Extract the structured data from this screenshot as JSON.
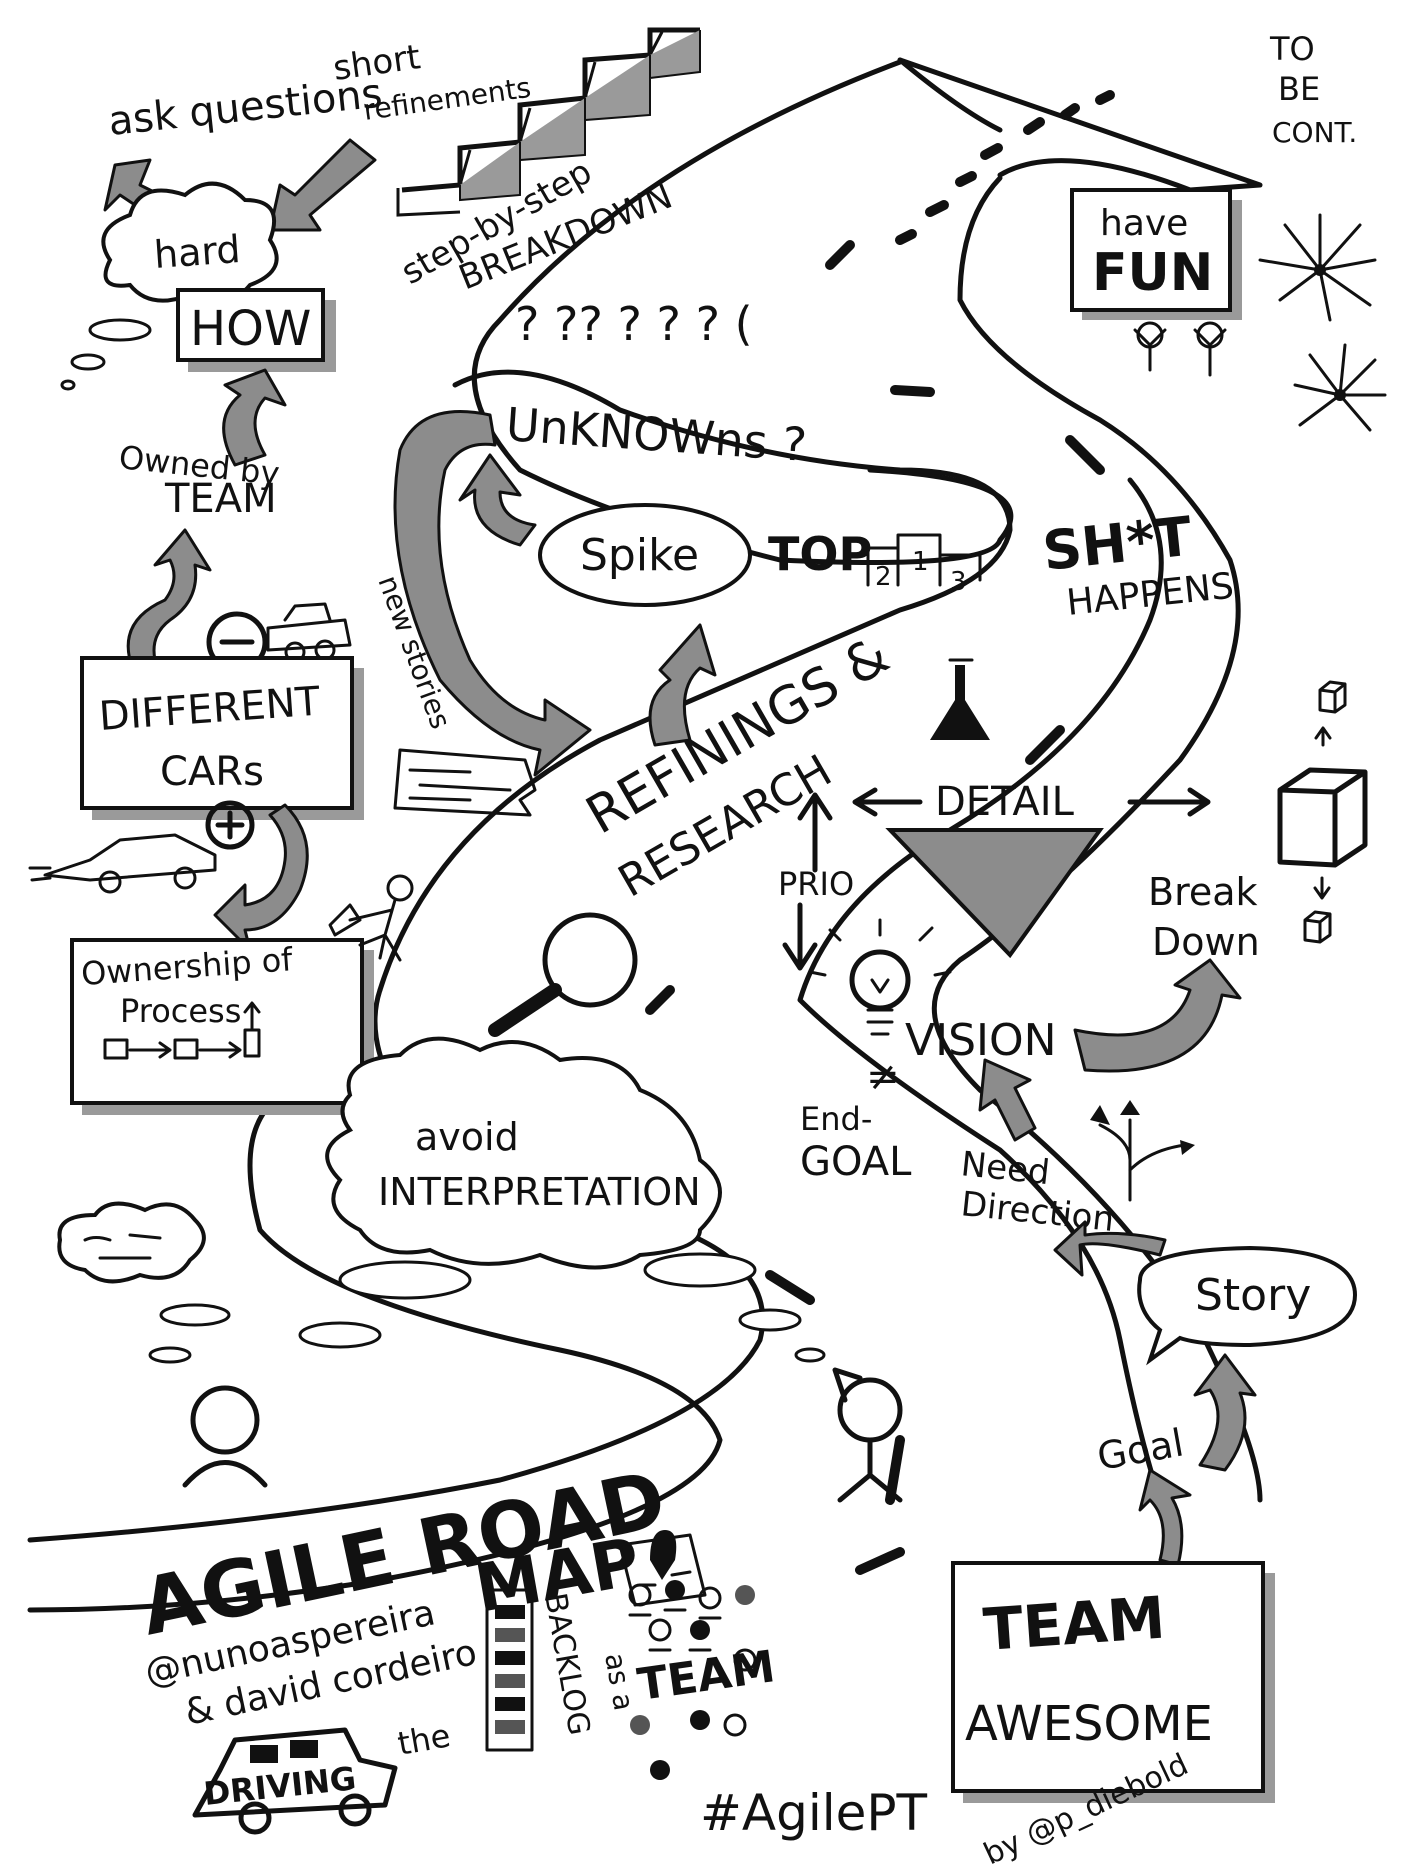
{
  "labels": {
    "ask_questions": "ask questions",
    "short_refinements_1": "short",
    "short_refinements_2": "refinements",
    "step_by_step": "step-by-step",
    "breakdown": "BREAKDOWN",
    "to": "TO",
    "be": "BE",
    "cont": "CONT.",
    "hard": "hard",
    "how": "HOW",
    "have": "have",
    "fun": "FUN",
    "unknowns_marks": "? ?? ? ? ?  ( ",
    "unknowns": "UnKNOWns ?",
    "owned_by": "Owned by",
    "team_owned": "TEAM",
    "spike": "Spike",
    "top": "TOP",
    "podium_1": "1",
    "podium_2": "2",
    "podium_3": "3",
    "shit": "SH*T",
    "happens": "HAPPENS",
    "new_stories": "new stories",
    "different": "DIFFERENT",
    "cars": "CARs",
    "refinings": "REFININGS &",
    "research": "RESEARCH",
    "detail": "DETAIL",
    "prio": "PRIO",
    "break": "Break",
    "down": "Down",
    "ownership_1": "Ownership of",
    "ownership_2": "Process",
    "vision": "VISION",
    "not_equal": "≠",
    "end": "End-",
    "goal_end": "GOAL",
    "avoid": "avoid",
    "interpretation": "INTERPRETATION",
    "need": "Need",
    "direction": "Direction",
    "story": "Story",
    "goal": "Goal",
    "agile_road": "AGILE ROAD",
    "map": "MAP",
    "author_1": "@nunoaspereira",
    "author_2": "& david cordeiro",
    "team_awesome_1": "TEAM",
    "team_awesome_2": "AWESOME",
    "driving": "DRIVING",
    "the": "the",
    "backlog": "BACKLOG",
    "as_a": "as a",
    "team_as": "TEAM",
    "hashtag": "#AgilePT",
    "credit": "by @p_diebold"
  },
  "icons": [
    "cloud-icon",
    "stairs-icon",
    "road-arrow-icon",
    "person-icon",
    "fireworks-icon",
    "podium-icon",
    "flask-icon",
    "magnifier-icon",
    "lightbulb-icon",
    "funnel-icon",
    "cube-icon",
    "car-icon",
    "map-pin-icon",
    "people-group-icon",
    "backlog-list-icon"
  ],
  "colors": {
    "ink": "#111111",
    "shade": "#8c8c8c",
    "paper": "#ffffff"
  }
}
